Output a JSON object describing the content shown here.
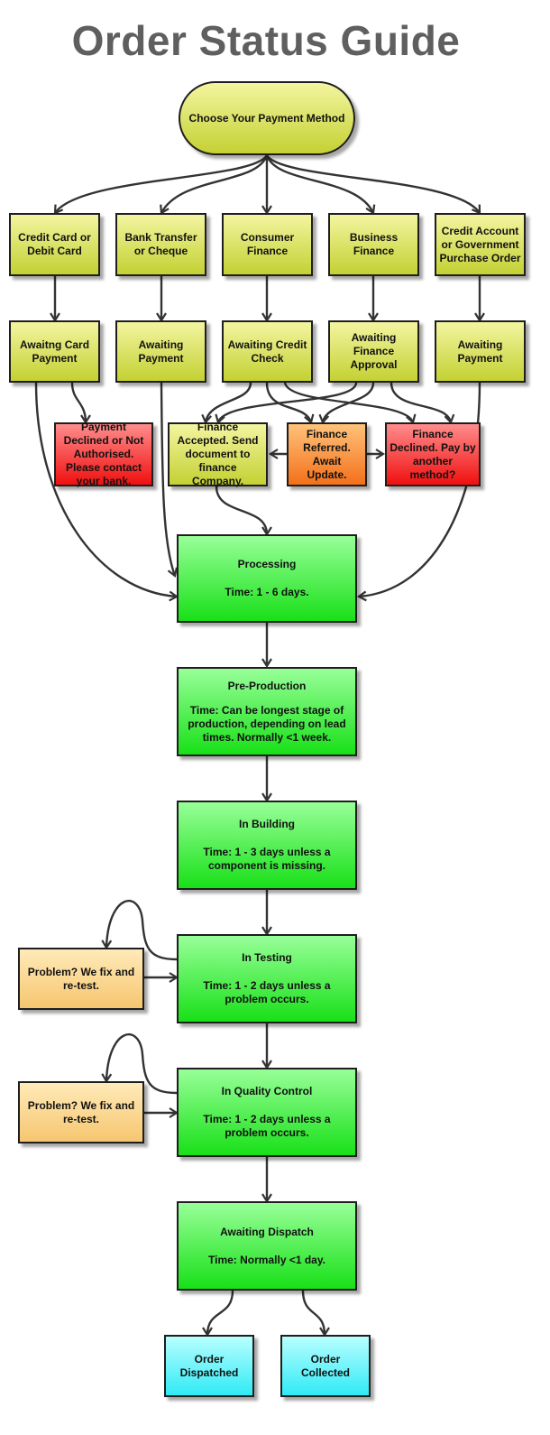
{
  "title": "Order Status Guide",
  "start": "Choose Your Payment Method",
  "methods": [
    {
      "label": "Credit Card or Debit Card"
    },
    {
      "label": "Bank Transfer or Cheque"
    },
    {
      "label": "Consumer Finance"
    },
    {
      "label": "Business Finance"
    },
    {
      "label": "Credit Account or Government Purchase Order"
    }
  ],
  "awaiting": [
    {
      "label": "Awaitng Card Payment"
    },
    {
      "label": "Awaiting Payment"
    },
    {
      "label": "Awaiting Credit Check"
    },
    {
      "label": "Awaiting Finance Approval"
    },
    {
      "label": "Awaiting Payment"
    }
  ],
  "outcomes": {
    "declined_card": "Payment Declined or Not Authorised. Please contact your bank.",
    "finance_accepted": "Finance Accepted. Send document to finance Company.",
    "finance_referred": "Finance Referred. Await Update.",
    "finance_declined": "Finance Declined. Pay by another method?"
  },
  "stages": [
    {
      "title": "Processing",
      "time": "Time: 1 - 6 days."
    },
    {
      "title": "Pre-Production",
      "time": "Time: Can be longest stage of production, depending on lead times. Normally <1 week."
    },
    {
      "title": "In Building",
      "time": "Time: 1 - 3 days unless a component is missing."
    },
    {
      "title": "In Testing",
      "time": "Time: 1 - 2 days unless a problem occurs."
    },
    {
      "title": "In Quality Control",
      "time": "Time: 1 - 2 days unless a problem occurs."
    },
    {
      "title": "Awaiting Dispatch",
      "time": "Time: Normally <1 day."
    }
  ],
  "problems": [
    {
      "label": "Problem? We fix and re-test."
    },
    {
      "label": "Problem? We fix and re-test."
    }
  ],
  "finals": {
    "dispatched": "Order Dispatched",
    "collected": "Order Collected"
  }
}
